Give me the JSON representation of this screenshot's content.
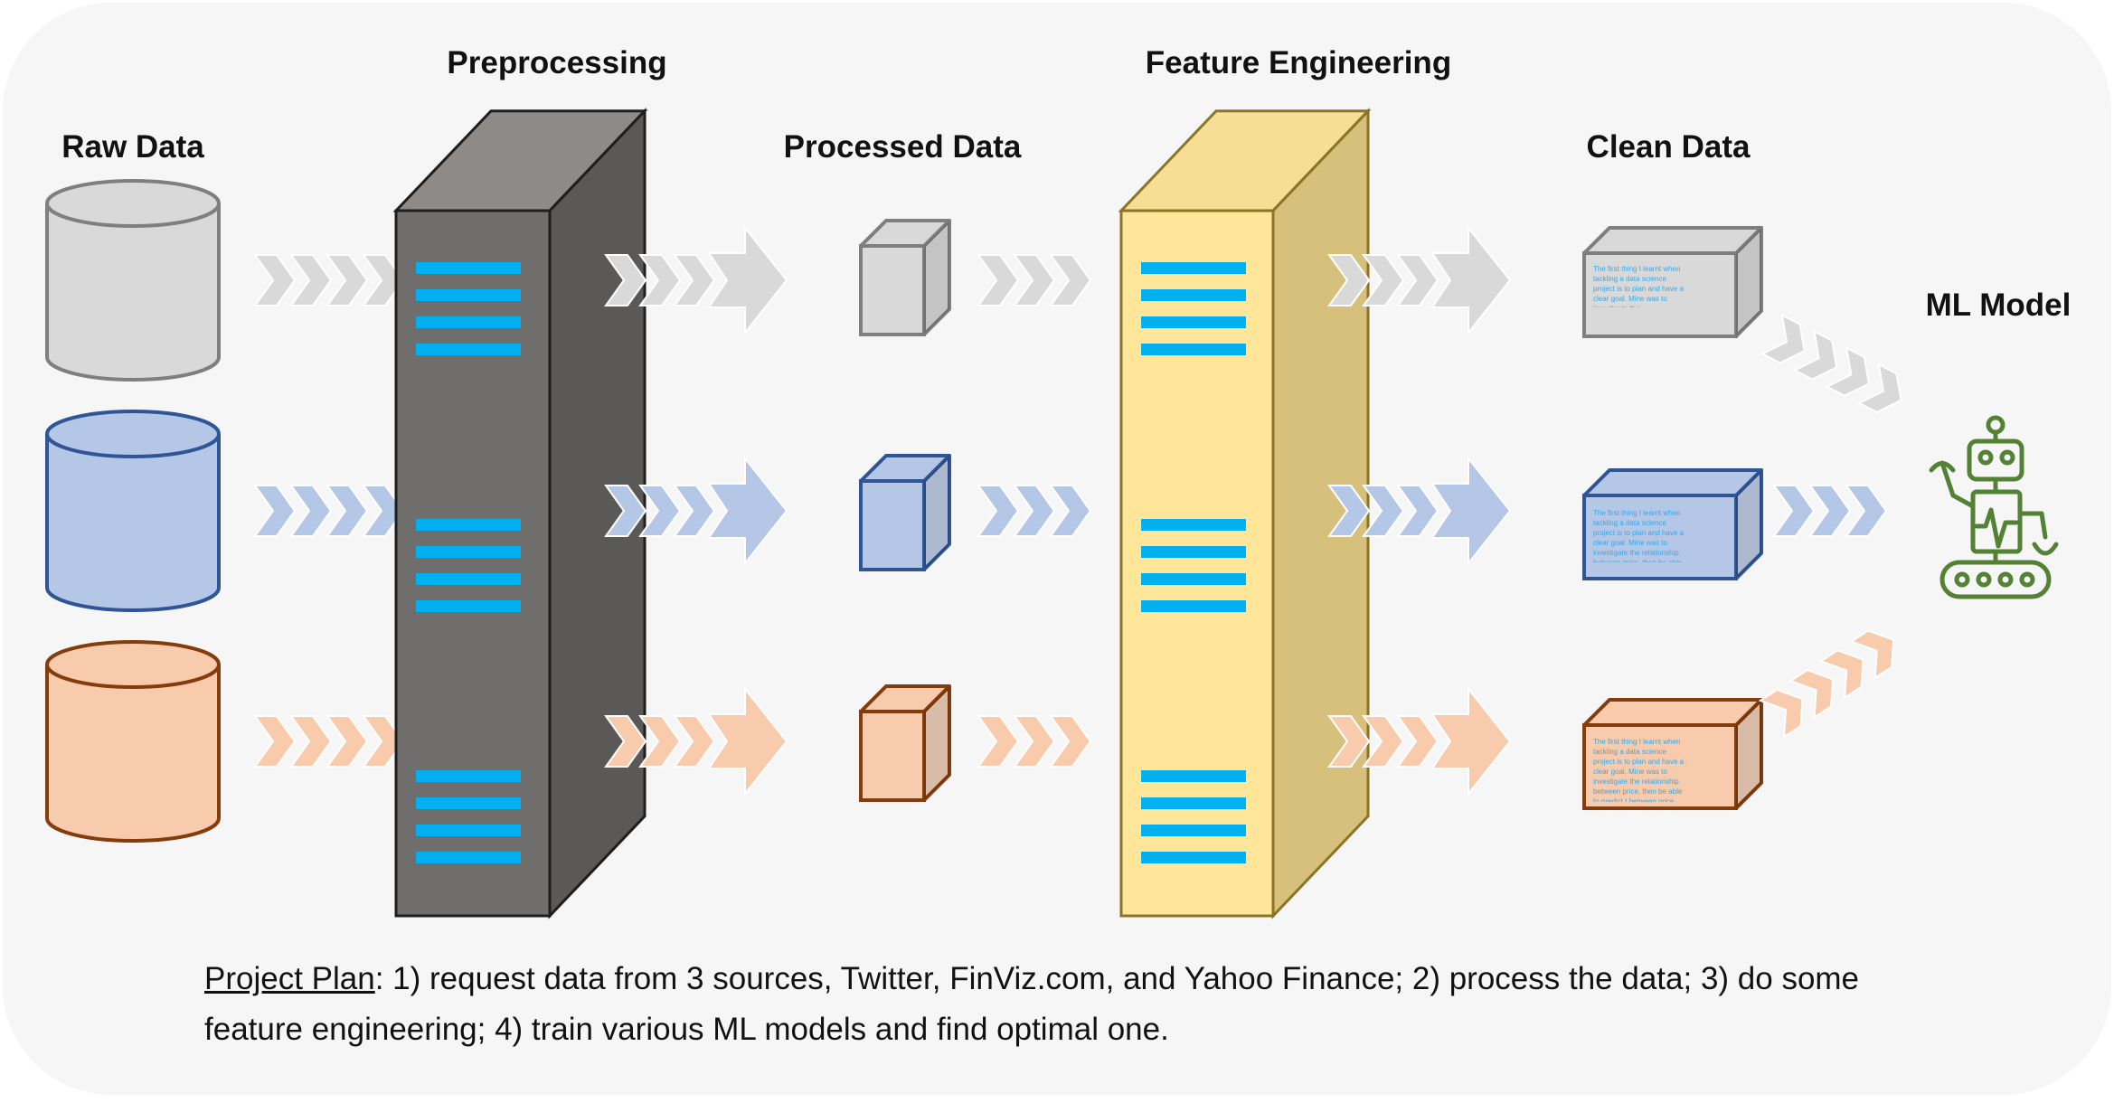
{
  "headings": {
    "raw": "Raw Data",
    "preprocessing": "Preprocessing",
    "processed": "Processed Data",
    "feature": "Feature Engineering",
    "clean": "Clean Data",
    "model": "ML Model"
  },
  "note": {
    "label": "Project Plan",
    "line1": ": 1) request data from 3 sources, Twitter, FinViz.com, and Yahoo Finance; 2) process the data; 3) do some",
    "line2": "feature engineering; 4) train various ML models and find optimal one."
  },
  "box_text": {
    "gray": "The first thing I learnt when tackling a data science project is to plan and have a clear goal. Mine was to investigate the",
    "blue": "The first thing I learnt when tackling a data science project is to plan and have a clear goal. Mine was to investigate the relationship between price, then be able to predict t",
    "orange": "The first thing I learnt when tackling a data science project is to plan and have a clear goal. Mine was to investigate the relationship between price, then be able to predict t between price, then be able to pre"
  },
  "colors": {
    "gray_fill": "#d9d9d9",
    "gray_stroke": "#7f7f7f",
    "blue_fill": "#b4c7e7",
    "blue_stroke": "#2f5597",
    "orange_fill": "#f8cbad",
    "orange_stroke": "#843c0c",
    "server_dark": "#686665",
    "feature_yellow": "#ffe699",
    "stripe_blue": "#00b0f0",
    "robot_green": "#548235"
  },
  "icons": [
    "database-cylinder-icon",
    "server-tower-icon",
    "data-cube-icon",
    "chevron-arrow-icon",
    "robot-icon"
  ]
}
